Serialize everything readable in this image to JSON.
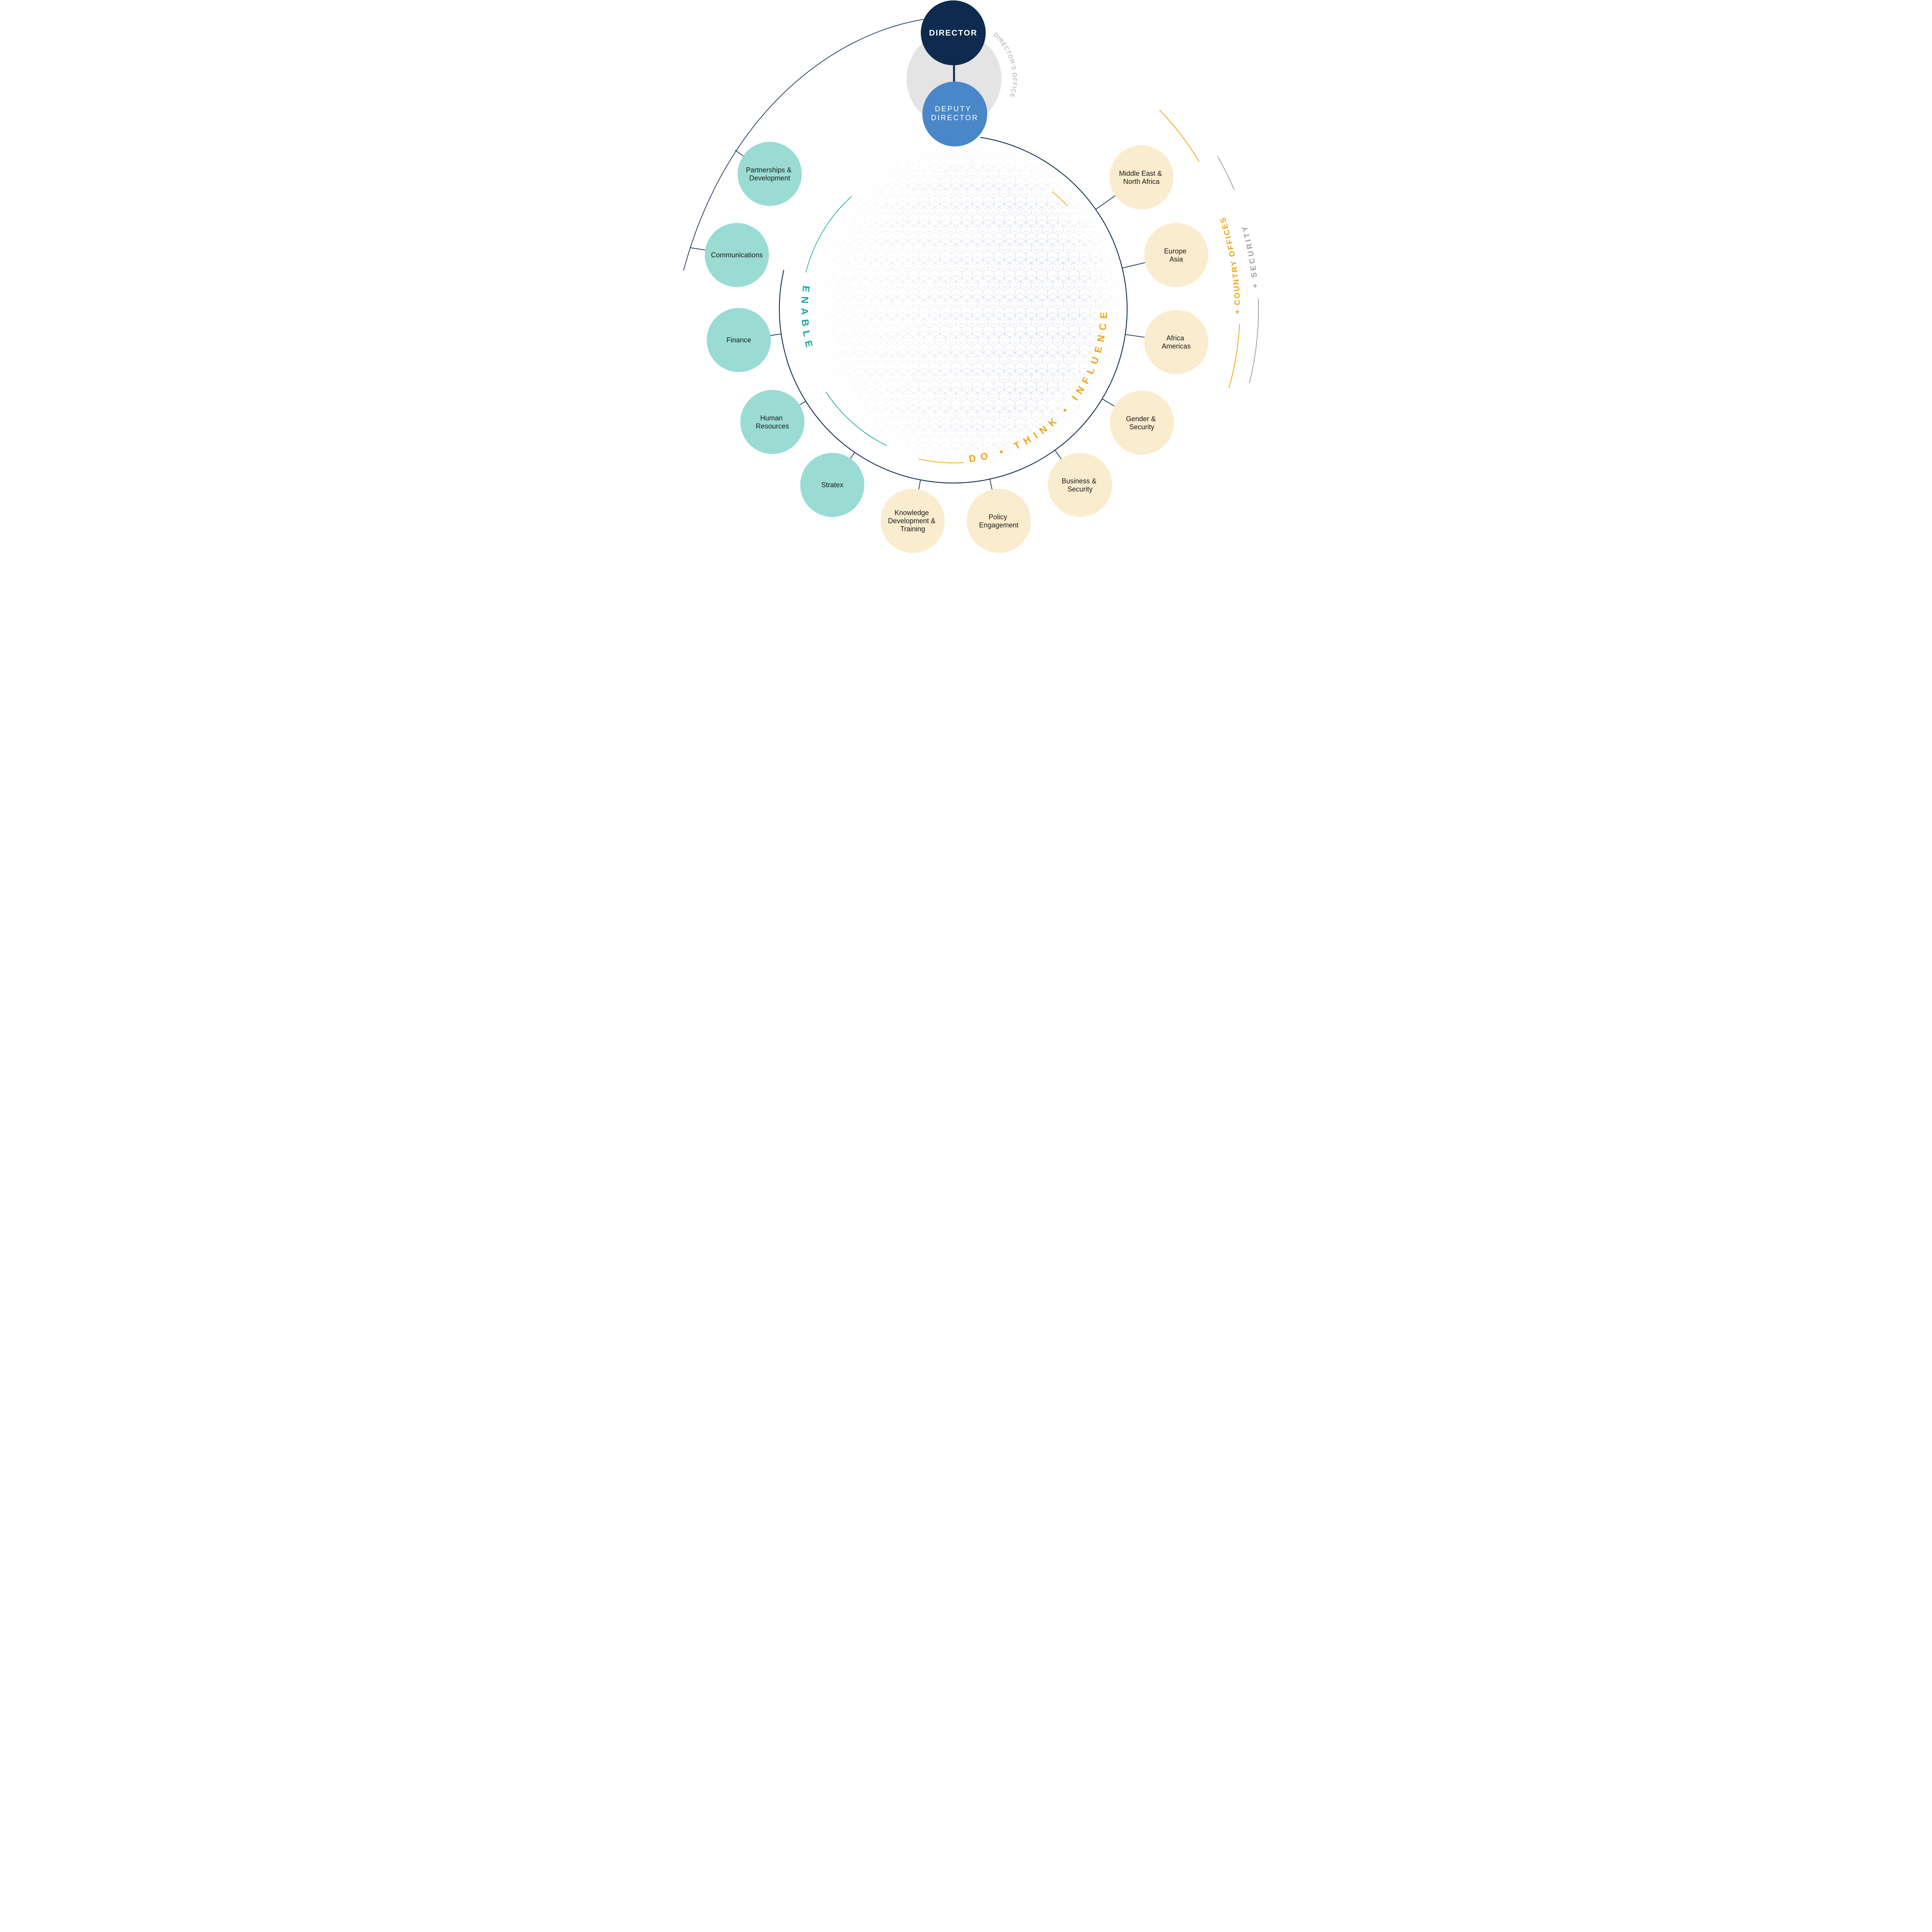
{
  "colors": {
    "navy": "#0E2A4E",
    "deputy_blue": "#4A87C9",
    "gray_circle": "#E4E4E5",
    "gray_text": "#98A2AB",
    "teal_fill": "#9ADCD4",
    "teal_accent": "#16A79C",
    "cream_fill": "#FAECCE",
    "gold": "#EDA512",
    "ink": "#1A1A1A",
    "pattern_line": "#C9D2DF"
  },
  "directors_office": {
    "director_label": "DIRECTOR",
    "deputy_label_lines": [
      "DEPUTY",
      "DIRECTOR"
    ],
    "office_label": "DIRECTOR'S OFFICE"
  },
  "group_labels": {
    "enable": "ENABLE",
    "do_think_influence": "DO • THINK • INFLUENCE",
    "country_offices": "+ COUNTRY OFFICES",
    "security": "+ SECURITY"
  },
  "satellites": [
    {
      "name": "partnerships-development",
      "group": "enable",
      "label": "Partnerships & Development",
      "lines": [
        "Partnerships &",
        "Development"
      ]
    },
    {
      "name": "communications",
      "group": "enable",
      "label": "Communications",
      "lines": [
        "Communications"
      ]
    },
    {
      "name": "finance",
      "group": "enable",
      "label": "Finance",
      "lines": [
        "Finance"
      ]
    },
    {
      "name": "human-resources",
      "group": "enable",
      "label": "Human Resources",
      "lines": [
        "Human",
        "Resources"
      ]
    },
    {
      "name": "stratex",
      "group": "enable",
      "label": "Stratex",
      "lines": [
        "Stratex"
      ]
    },
    {
      "name": "knowledge-development-training",
      "group": "do-think-influence",
      "label": "Knowledge Development & Training",
      "lines": [
        "Knowledge",
        "Development &",
        "Training"
      ]
    },
    {
      "name": "policy-engagement",
      "group": "do-think-influence",
      "label": "Policy Engagement",
      "lines": [
        "Policy",
        "Engagement"
      ]
    },
    {
      "name": "business-security",
      "group": "do-think-influence",
      "label": "Business & Security",
      "lines": [
        "Business &",
        "Security"
      ]
    },
    {
      "name": "gender-security",
      "group": "do-think-influence",
      "label": "Gender & Security",
      "lines": [
        "Gender &",
        "Security"
      ]
    },
    {
      "name": "africa-americas",
      "group": "do-think-influence",
      "label": "Africa Americas",
      "lines": [
        "Africa",
        "Americas"
      ]
    },
    {
      "name": "europe-asia",
      "group": "do-think-influence",
      "label": "Europe Asia",
      "lines": [
        "Europe",
        "Asia"
      ]
    },
    {
      "name": "middle-east-north-africa",
      "group": "do-think-influence",
      "label": "Middle East & North Africa",
      "lines": [
        "Middle East &",
        "North Africa"
      ]
    }
  ]
}
